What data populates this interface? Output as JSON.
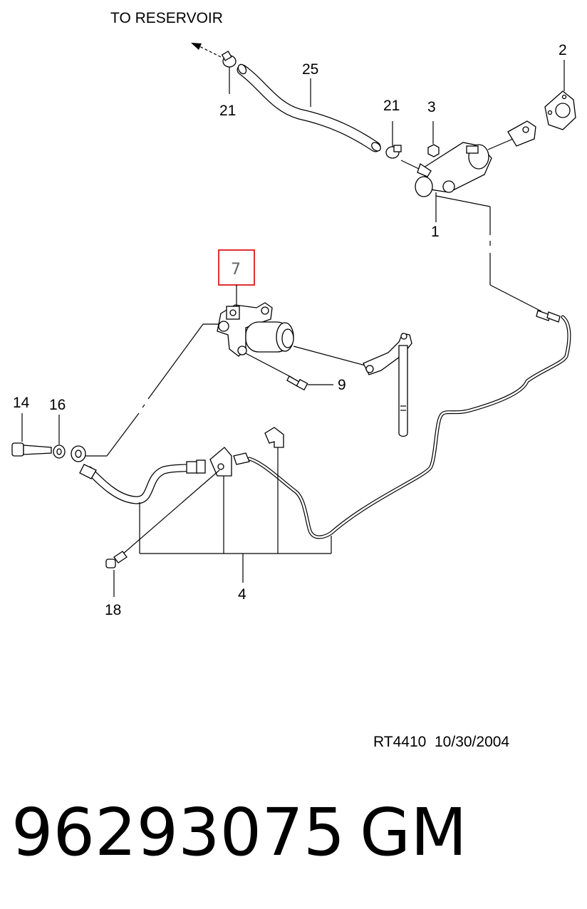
{
  "diagram": {
    "reservoir_label": "TO RESERVOIR",
    "callouts": {
      "c2": "2",
      "c25": "25",
      "c21_left": "21",
      "c21_right": "21",
      "c3": "3",
      "c1": "1",
      "c7": "7",
      "c9": "9",
      "c14": "14",
      "c16": "16",
      "c18": "18",
      "c4": "4"
    },
    "highlight_color": "#e03030",
    "drawing_ref": "RT4410  10/30/2004"
  },
  "footer": {
    "part_number": "96293075",
    "brand": "GM"
  }
}
